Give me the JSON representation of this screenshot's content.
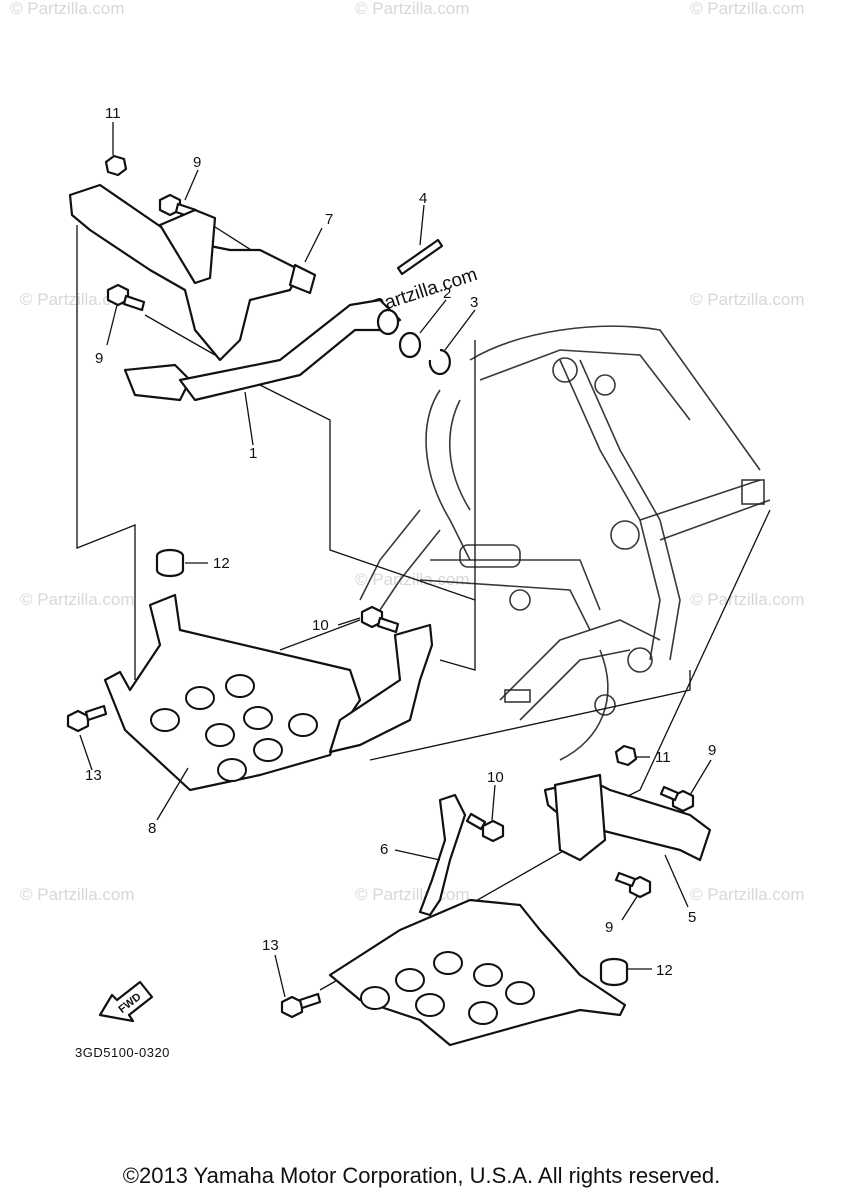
{
  "diagram": {
    "callouts": [
      "11",
      "9",
      "7",
      "4",
      "2",
      "3",
      "9",
      "1",
      "12",
      "10",
      "13",
      "8",
      "6",
      "10",
      "11",
      "9",
      "5",
      "9",
      "13",
      "12"
    ],
    "diagram_code": "3GD5100-0320",
    "fwd_label": "FWD",
    "watermark_main": "Partzilla.com",
    "watermark_faint": "© Partzilla.com"
  },
  "footer": {
    "copyright": "©2013 Yamaha Motor Corporation, U.S.A. All rights reserved."
  }
}
